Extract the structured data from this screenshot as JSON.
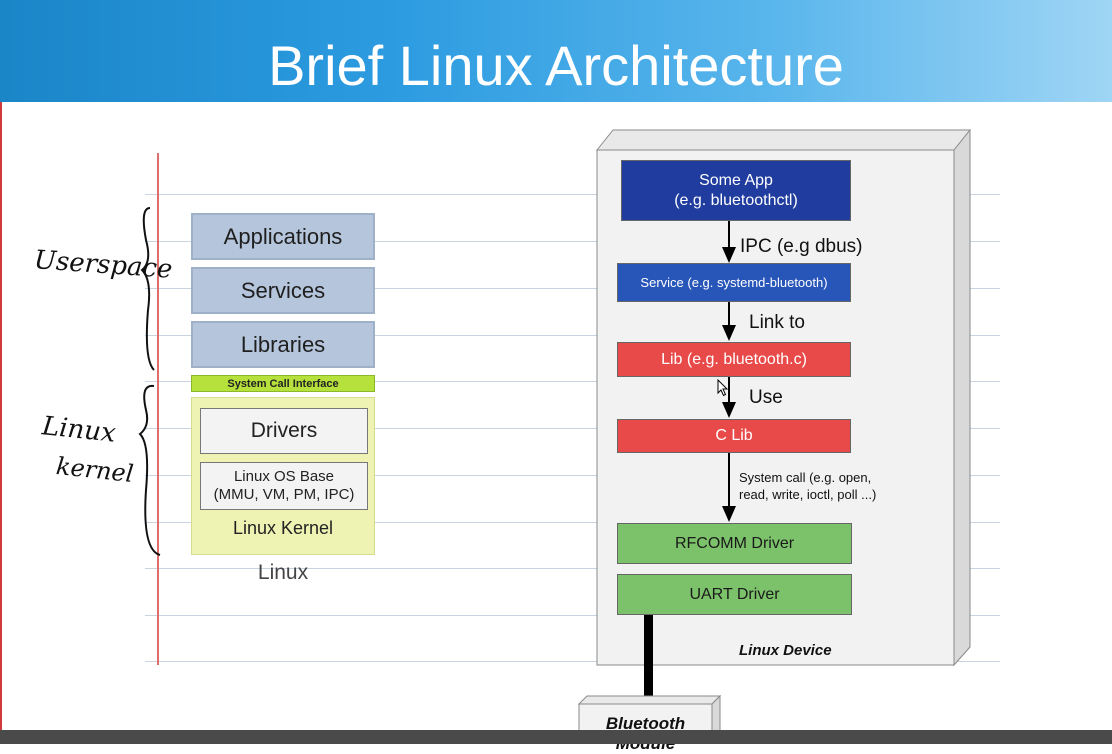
{
  "title": "Brief Linux Architecture",
  "annotations": {
    "userspace": "Userspace",
    "kernel_line1": "Linux",
    "kernel_line2": "kernel"
  },
  "stack": {
    "applications": "Applications",
    "services": "Services",
    "libraries": "Libraries",
    "syscall_interface": "System Call Interface",
    "drivers": "Drivers",
    "os_base_line1": "Linux OS Base",
    "os_base_line2": "(MMU, VM, PM, IPC)",
    "kernel": "Linux Kernel",
    "caption": "Linux"
  },
  "device": {
    "some_app_line1": "Some App",
    "some_app_line2": "(e.g. bluetoothctl)",
    "ipc_label": "IPC (e.g dbus)",
    "service": "Service (e.g. systemd-bluetooth)",
    "link_label": "Link to",
    "lib": "Lib (e.g. bluetooth.c)",
    "use_label": "Use",
    "clib": "C Lib",
    "syscall_line1": "System call (e.g. open,",
    "syscall_line2": "read, write, ioctl, poll ...)",
    "rfcomm": "RFCOMM Driver",
    "uart": "UART Driver",
    "device_label": "Linux Device",
    "module_line1": "Bluetooth",
    "module_line2": "Module"
  },
  "colors": {
    "header_blue": "#1a86c8",
    "app_blue": "#1f3c9e",
    "service_blue": "#2755b8",
    "lib_red": "#e84a4a",
    "driver_green": "#7cc26a",
    "kernel_yellow": "#eef3b4",
    "syscall_green": "#b6e03c",
    "slate": "#b5c5dc",
    "margin_red": "#e06c6c"
  }
}
